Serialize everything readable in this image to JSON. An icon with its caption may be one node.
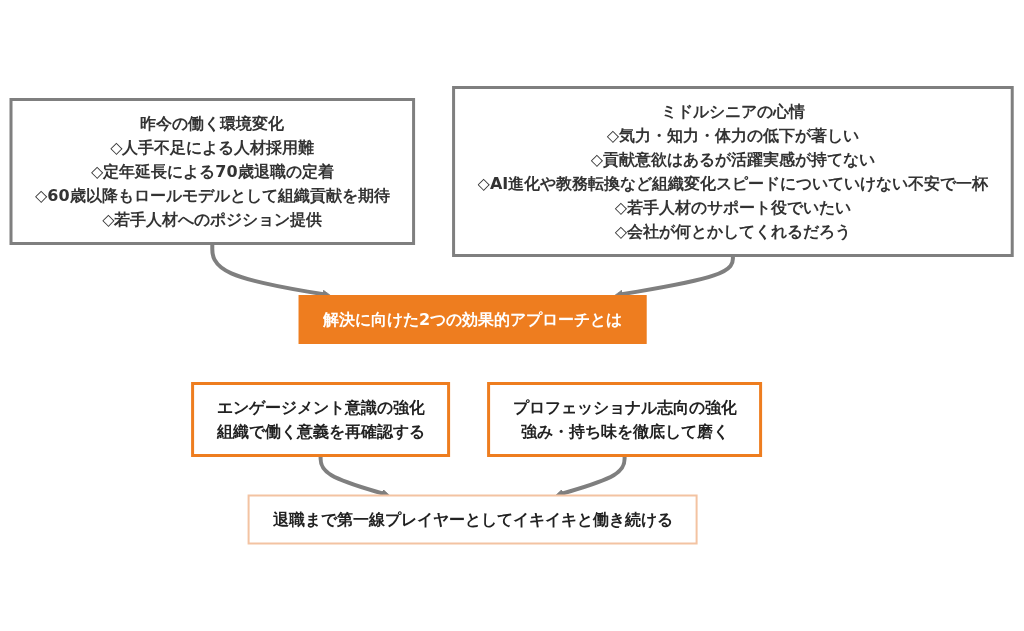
{
  "diagram": {
    "nodes": [
      {
        "text": [
          "昨今の働く環境変化",
          "◇人手不足による人材採用難",
          "◇定年延長による70歳退職の定着",
          "◇60歳以降もロールモデルとして組織貢献を期待",
          "◇若手人材へのポジション提供"
        ]
      },
      {
        "text": [
          "ミドルシニアの心情",
          "◇気力・知力・体力の低下が著しい",
          "◇貢献意欲はあるが活躍実感が持てない",
          "◇AI進化や教務転換など組織変化スピードについていけない不安で一杯",
          "◇若手人材のサポート役でいたい",
          "◇会社が何とかしてくれるだろう"
        ]
      },
      {
        "text": [
          "解決に向けた2つの効果的アプローチとは"
        ]
      },
      {
        "text": [
          "エンゲージメント意識の強化",
          "組織で働く意義を再確認する"
        ]
      },
      {
        "text": [
          "プロフェッショナル志向の強化",
          "強み・持ち味を徹底して磨く"
        ]
      },
      {
        "text": [
          "退職まで第一線プレイヤーとしてイキイキと働き続ける"
        ]
      }
    ],
    "edges": [
      {
        "from": 0,
        "to": 2,
        "arrow": "to"
      },
      {
        "from": 1,
        "to": 2,
        "arrow": "to"
      },
      {
        "from": 3,
        "to": 5,
        "arrow": "to"
      },
      {
        "from": 4,
        "to": 5,
        "arrow": "to"
      }
    ]
  }
}
